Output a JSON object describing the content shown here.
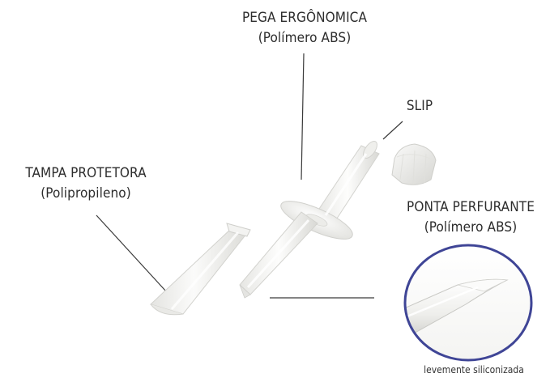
{
  "labels": {
    "pega": {
      "line1": "PEGA ERGÔNOMICA",
      "line2": "(Polímero ABS)"
    },
    "slip": {
      "line1": "SLIP"
    },
    "tampa": {
      "line1": "TAMPA PROTETORA",
      "line2": "(Polipropileno)"
    },
    "ponta": {
      "line1": "PONTA PERFURANTE",
      "line2": "(Polímero ABS)"
    },
    "siliconizada": "levemente siliconizada"
  },
  "colors": {
    "part_fill": "#f1f1ef",
    "part_edge": "#d4d4d0",
    "leader_line": "#3a3a3a",
    "magnifier_ring": "#3f4596",
    "text": "#2d2d2d"
  },
  "icons": {
    "tampa": "protective-cap-tube",
    "spike": "perforating-spike",
    "slip": "slip-cap",
    "magnifier": "magnified-tip-circle"
  }
}
